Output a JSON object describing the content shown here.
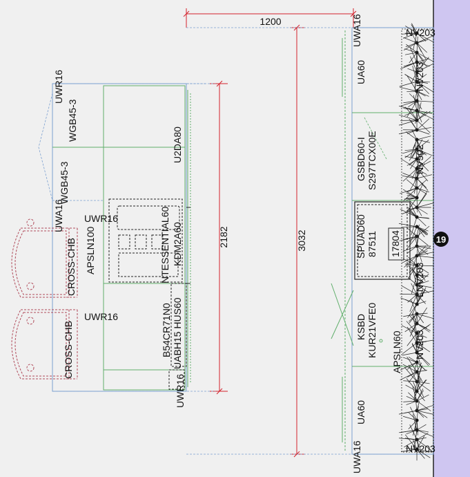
{
  "colors": {
    "background": "#f0f0f0",
    "wall": "#cfc6f1",
    "dimension": "#d4202a",
    "cabinet_blue": "#7a9fd0",
    "panel_green": "#5fae6a",
    "chair": "#b04a5a",
    "outline": "#222222",
    "badge": "#111111"
  },
  "dimensions": {
    "top_width": "1200",
    "left_height": "2182",
    "right_height": "3032"
  },
  "badge": "19",
  "left_run": {
    "uwr16_top": "UWR16",
    "wgb45_top": "WGB45-3",
    "wgb45_bottom": "WGB45-3",
    "uwa16": "UWA16",
    "u2da80": "U2DA80",
    "uwr16_mid": "UWR16",
    "uwr16_low": "UWR16",
    "uwr16_bottom": "UWR16",
    "apsln100": "APSLN100",
    "cross_chb_1": "CROSS-CHB",
    "cross_chb_2": "CROSS-CHB",
    "ntessential": "NTESSENTIAL60",
    "kdm2a60": "KDM2A60",
    "b54cr71n0": "B54CR71N0",
    "uabh15": "UABH15 HUS60"
  },
  "right_run": {
    "uwa16_top": "UWA16",
    "uwa16_bottom": "UWA16",
    "ua60_top": "UA60",
    "ua60_bottom": "UA60",
    "gsbd60": "GSBD60-I",
    "s297": "S297TCX00E",
    "spuad60": "SPUAD60",
    "code_87511": "87511",
    "code_17804": "17804",
    "ksbd": "KSBD",
    "kur21": "KUR21VFE0",
    "apsln60": "APSLN60",
    "nv203_top": "NV203",
    "nv203_bottom": "NV203"
  },
  "plants": {
    "label_a": "NV203",
    "label_b": "NV502",
    "label_c": "LNV203",
    "label_d": "NV203"
  }
}
